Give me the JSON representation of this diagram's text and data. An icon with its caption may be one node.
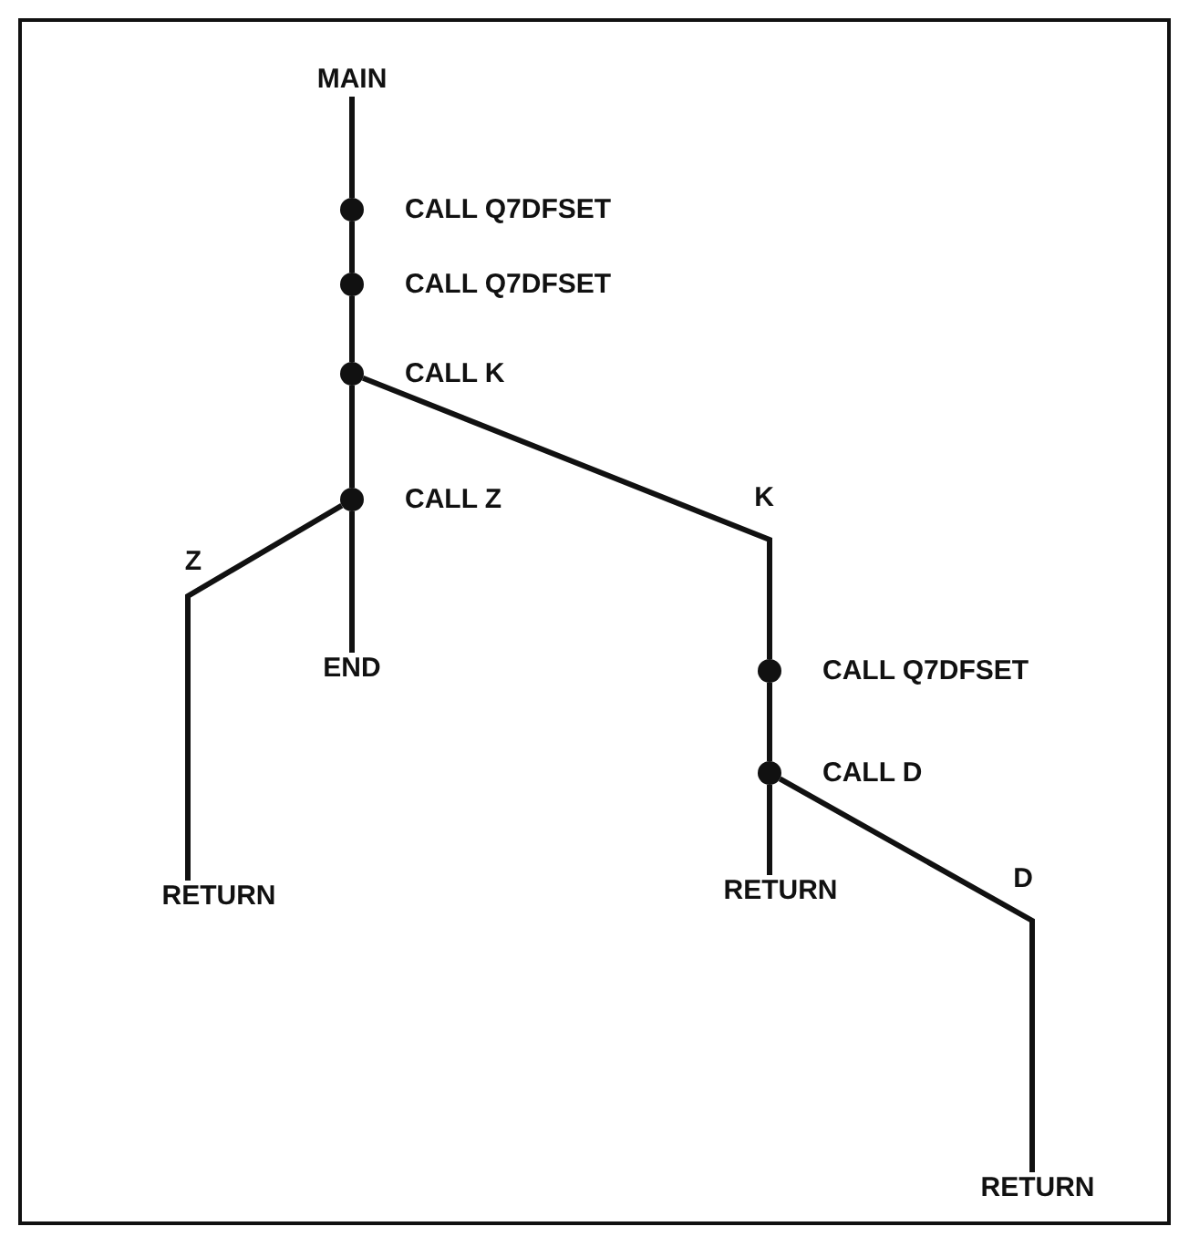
{
  "diagram": {
    "nodes": [
      {
        "text": [
          "MAIN"
        ]
      },
      {
        "text": [],
        "shape": "circle",
        "beside": [
          "CALL Q7DFSET"
        ]
      },
      {
        "text": [],
        "shape": "circle",
        "beside": [
          "CALL Q7DFSET"
        ]
      },
      {
        "text": [],
        "shape": "circle",
        "beside": [
          "CALL K"
        ]
      },
      {
        "text": [],
        "shape": "circle",
        "beside": [
          "CALL Z"
        ]
      },
      {
        "text": [
          "END"
        ]
      },
      {
        "text": [],
        "shape": "circle",
        "beside": [
          "CALL Q7DFSET"
        ]
      },
      {
        "text": [],
        "shape": "circle",
        "beside": [
          "CALL D"
        ]
      },
      {
        "text": [
          "RETURN"
        ]
      },
      {
        "text": [
          "RETURN"
        ]
      },
      {
        "text": [
          "RETURN"
        ]
      }
    ],
    "edges": [
      {
        "from": 0,
        "to": 1,
        "arrow": "none"
      },
      {
        "from": 1,
        "to": 2,
        "arrow": "none"
      },
      {
        "from": 2,
        "to": 3,
        "arrow": "none"
      },
      {
        "from": 3,
        "to": 4,
        "arrow": "none"
      },
      {
        "from": 4,
        "to": 5,
        "arrow": "none"
      },
      {
        "from": 4,
        "to": 8,
        "arrow": "none",
        "label": "Z"
      },
      {
        "from": 3,
        "to": 6,
        "arrow": "none",
        "label": "K"
      },
      {
        "from": 6,
        "to": 7,
        "arrow": "none"
      },
      {
        "from": 7,
        "to": 9,
        "arrow": "none"
      },
      {
        "from": 7,
        "to": 10,
        "arrow": "none",
        "label": "D"
      }
    ]
  }
}
